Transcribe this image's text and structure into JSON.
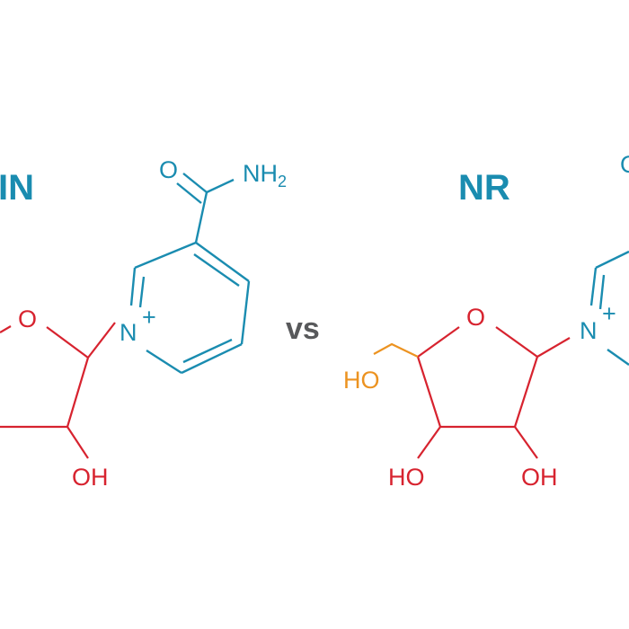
{
  "labels": {
    "left_title": "NMN",
    "left_title_visible": "IN",
    "vs": "vs",
    "right_title": "NR"
  },
  "left_molecule": {
    "name": "NMN",
    "atoms": {
      "carbonyl_o": "O",
      "amide_n": "NH",
      "amide_sub": "2",
      "ring_n": "N",
      "ring_charge": "+",
      "ring_o": "O",
      "hydroxyl": "OH"
    }
  },
  "right_molecule": {
    "name": "NR",
    "atoms": {
      "carbonyl_o": "O",
      "ring_n": "N",
      "ring_charge": "+",
      "ring_o": "O",
      "hydroxymethyl": "HO",
      "hydroxyl_left": "HO",
      "hydroxyl_right": "OH"
    }
  },
  "colors": {
    "nicotinamide": "#1a8cb0",
    "ribose": "#d7232f",
    "hydroxymethyl": "#ec9321",
    "vs_text": "#58595b",
    "background": "#ffffff"
  }
}
